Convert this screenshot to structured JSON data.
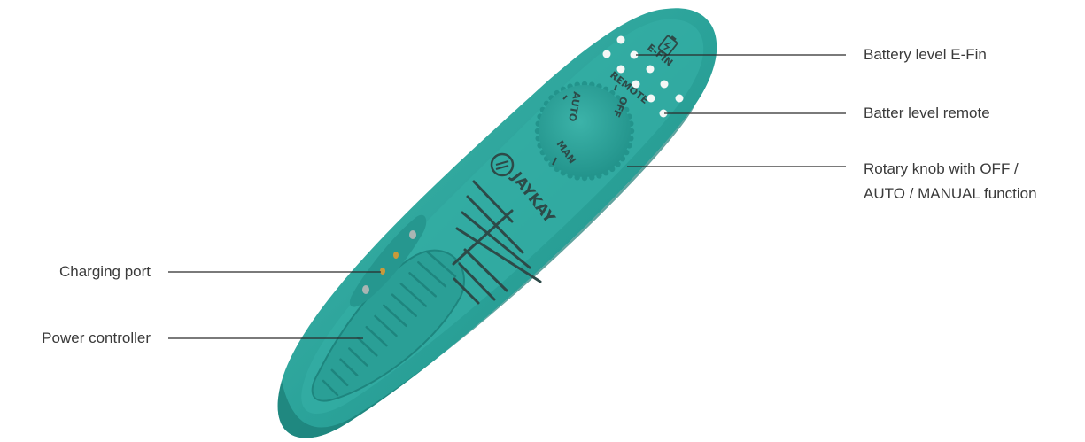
{
  "colors": {
    "body_main": "#2ba39a",
    "body_dark": "#1c7f78",
    "body_light": "#5fc3b9",
    "print_dark": "#2d4a48",
    "led_white": "#f4f7f6",
    "contact_gold": "#c99a3a",
    "leader_line": "#2b2b2b"
  },
  "labels": {
    "battery_efin": "Battery level E-Fin",
    "battery_remote": "Batter level remote",
    "rotary_line1": "Rotary knob with OFF /",
    "rotary_line2": "AUTO / MANUAL function",
    "charging_port": "Charging port",
    "power_controller": "Power controller"
  },
  "device_print": {
    "efin": "E-FIN",
    "remote": "REMOTE",
    "off": "OFF",
    "auto": "AUTO",
    "man": "MAN",
    "brand": "JAYKAY"
  },
  "icons": {
    "battery": "battery-icon",
    "logo": "jaykay-logo-icon"
  }
}
